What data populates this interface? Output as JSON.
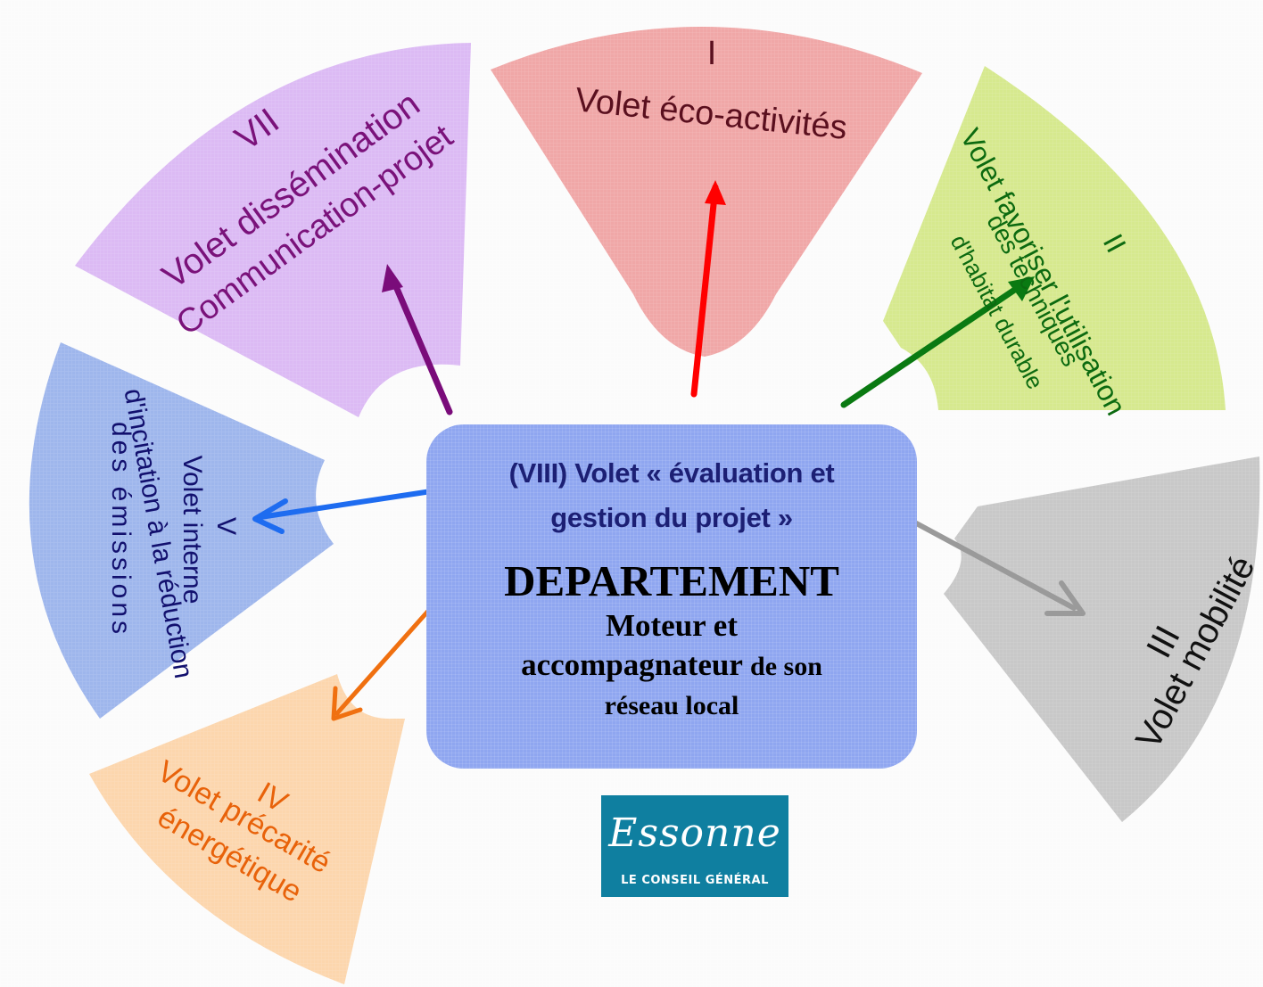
{
  "segments": {
    "I": {
      "numeral": "I",
      "line1": "Volet éco-activités",
      "color": "#5a0f1e",
      "fill": "#f0a7a7"
    },
    "II": {
      "numeral": "II",
      "line1": "Volet favoriser l'utilisation",
      "line2": "des techniques",
      "line3": "d'habitat durable",
      "color": "#0c6a10",
      "fill": "#d6e98e"
    },
    "III": {
      "numeral": "III",
      "line1": "Volet mobilité",
      "color": "#111111",
      "fill": "#c8c8c8"
    },
    "IV": {
      "numeral": "IV",
      "line1": "Volet précarité",
      "line2": "énergétique",
      "color": "#e8620a",
      "fill": "#fcd6ad"
    },
    "V": {
      "numeral": "V",
      "line1": "Volet interne",
      "line2": "d'incitation à la réduction",
      "line3": "des émissions",
      "color": "#12106e",
      "fill": "#9eb6ec"
    },
    "VII": {
      "numeral": "VII",
      "line1": "Volet dissémination",
      "line2": "Communication-projet",
      "color": "#7a127a",
      "fill": "#dcbaf4"
    }
  },
  "center": {
    "heading_line1": "(VIII) Volet « évaluation et",
    "heading_line2": "gestion du projet »",
    "title": "DEPARTEMENT",
    "sub_line1": "Moteur et",
    "sub_line2_bold": "accompagnateur",
    "sub_line2_rest": "de son",
    "sub_line3": "réseau local"
  },
  "logo": {
    "script": "Essonne",
    "caption": "LE CONSEIL GÉNÉRAL"
  },
  "arrow_colors": {
    "I": "#ff0000",
    "II": "#0a7a12",
    "III": "#9a9a9a",
    "IV": "#f07010",
    "V": "#1e6cf0",
    "VII": "#7a0c7a"
  }
}
